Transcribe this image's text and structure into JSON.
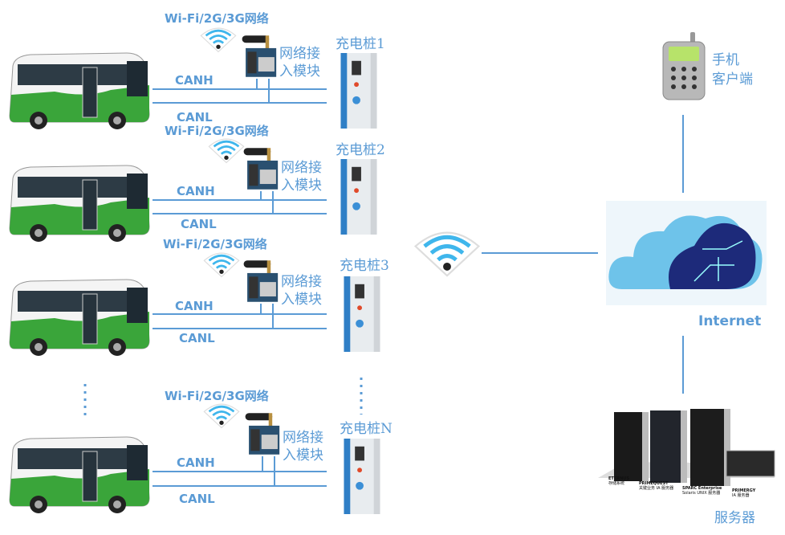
{
  "rows": [
    {
      "network": "Wi-Fi/2G/3G网络",
      "canh": "CANH",
      "canl": "CANL",
      "module_line1": "网络接",
      "module_line2": "入模块",
      "charger": "充电桩1"
    },
    {
      "network": "Wi-Fi/2G/3G网络",
      "canh": "CANH",
      "canl": "CANL",
      "module_line1": "网络接",
      "module_line2": "入模块",
      "charger": "充电桩2"
    },
    {
      "network": "Wi-Fi/2G/3G网络",
      "canh": "CANH",
      "canl": "CANL",
      "module_line1": "网络接",
      "module_line2": "入模块",
      "charger": "充电桩3"
    },
    {
      "network": "Wi-Fi/2G/3G网络",
      "canh": "CANH",
      "canl": "CANL",
      "module_line1": "网络接",
      "module_line2": "入模块",
      "charger": "充电桩N"
    }
  ],
  "phone": {
    "line1": "手机",
    "line2": "客户端"
  },
  "cloud": {
    "label": "Internet"
  },
  "servers": {
    "label": "服务器",
    "units": [
      {
        "name": "ETERNUS",
        "desc": "存储系统"
      },
      {
        "name": "PRIMEQUEST",
        "desc": "关键业务 IA 服务器"
      },
      {
        "name": "SPARC Enterprise",
        "desc": "Solaris UNIX 服务器"
      },
      {
        "name": "PRIMERGY",
        "desc": "IA 服务器"
      }
    ]
  },
  "colors": {
    "line": "#5b9bd5",
    "text": "#5b9bd5",
    "bus_green": "#3aa53a"
  }
}
